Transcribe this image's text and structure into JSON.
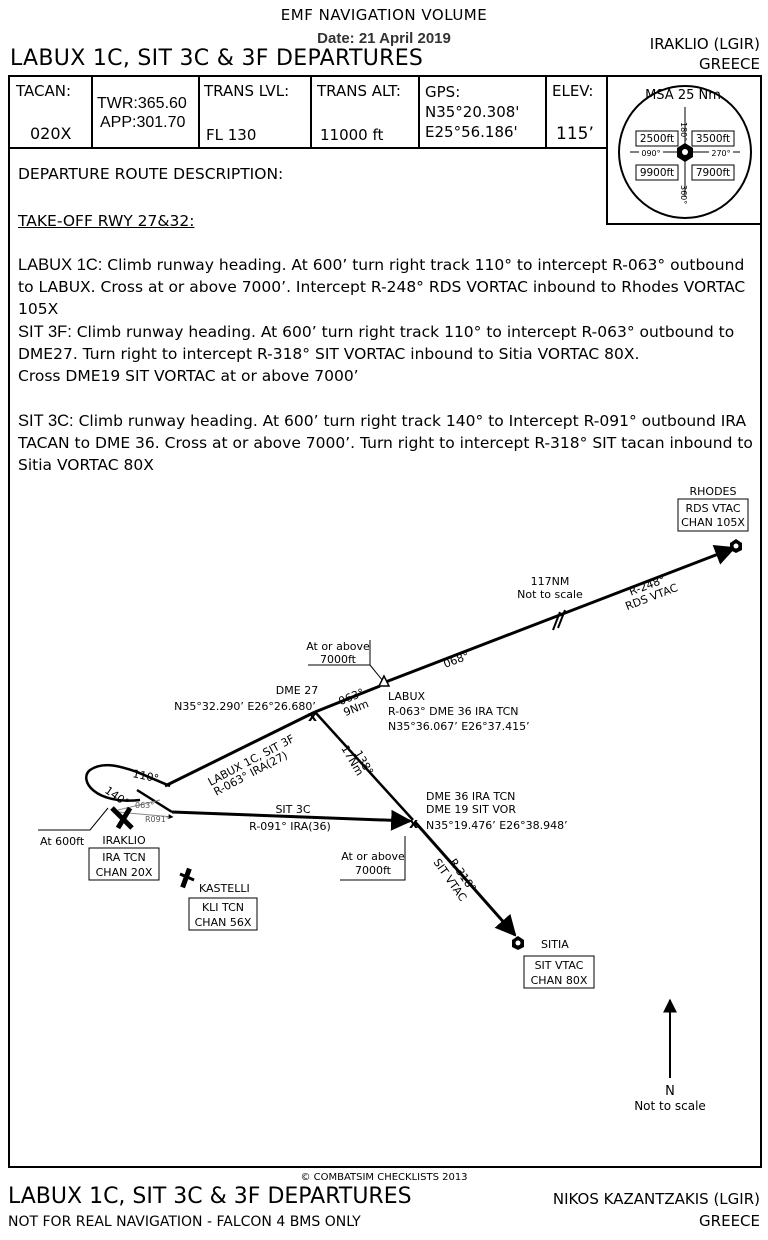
{
  "header": {
    "volume": "EMF NAVIGATION VOLUME",
    "date_label": "Date:",
    "date_value": "21 April 2019",
    "title": "LABUX 1C, SIT 3C & 3F DEPARTURES",
    "airport": "IRAKLIO (LGIR)",
    "country": "GREECE"
  },
  "info": {
    "tacan_label": "TACAN:",
    "tacan_value": "020X",
    "twr": "TWR:365.60",
    "app": "APP:301.70",
    "trans_lvl_label": "TRANS LVL:",
    "trans_lvl_value": "FL 130",
    "trans_alt_label": "TRANS ALT:",
    "trans_alt_value": "11000 ft",
    "gps_label": "GPS:",
    "gps_lat": "N35°20.308'",
    "gps_lon": "E25°56.186'",
    "elev_label": "ELEV:",
    "elev_value": "115’"
  },
  "msa": {
    "title": "MSA 25 Nm",
    "sectors": [
      "2500ft",
      "3500ft",
      "9900ft",
      "7900ft"
    ],
    "bearings": [
      "090°",
      "270°",
      "180°",
      "360°"
    ]
  },
  "description": {
    "heading": "DEPARTURE ROUTE DESCRIPTION:",
    "takeoff": "TAKE-OFF RWY 27&32:",
    "routes": [
      {
        "name": "LABUX 1C:",
        "text": " Climb runway heading. At 600’ turn right track 110° to intercept R-063° outbound to LABUX. Cross  at or above 7000’. Intercept R-248° RDS VORTAC inbound to Rhodes VORTAC 105X"
      },
      {
        "name": "SIT 3F:",
        "text": " Climb runway heading. At 600’ turn right track 110° to intercept R-063° outbound to DME27. Turn right to intercept R-318° SIT VORTAC inbound to Sitia VORTAC 80X.",
        "extra": "Cross DME19 SIT VORTAC  at or above 7000’"
      },
      {
        "name": "SIT 3C:",
        "text": " Climb runway heading. At 600’ turn right track 140° to Intercept R-091° outbound IRA TACAN to DME 36. Cross  at or above 7000’. Turn right to intercept R-318° SIT tacan inbound to Sitia VORTAC 80X"
      }
    ]
  },
  "map": {
    "rhodes": {
      "name": "RHODES",
      "l1": "RDS VTAC",
      "l2": "CHAN 105X"
    },
    "r248": "R-248°",
    "rds_vtac": "RDS VTAC",
    "nm117": "117NM",
    "not_scale": "Not to scale",
    "c068": "068°",
    "alt1_a": "At or above",
    "alt1_b": "7000ft",
    "labux": {
      "name": "LABUX",
      "l1": "R-063° DME 36 IRA TCN",
      "l2": "N35°36.067’ E26°37.415’"
    },
    "dme27": {
      "name": "DME 27",
      "coord": "N35°32.290’ E26°26.680’"
    },
    "c063": "063°",
    "nm9": "9Nm",
    "route1a": "LABUX 1C, SIT 3F",
    "route1b": "R-063° IRA(27)",
    "c138": "138°",
    "nm17": "17Nm",
    "c110": "110°",
    "c140": "140°",
    "r063s": "063°",
    "r091s": "R091°",
    "sit3c": "SIT 3C",
    "sit3c_r": "R-091° IRA(36)",
    "dme36": {
      "l1": "DME 36 IRA TCN",
      "l2": "DME 19 SIT VOR",
      "l3": "N35°19.476’ E26°38.948’"
    },
    "alt2_a": "At or above",
    "alt2_b": "7000ft",
    "r318": "R-318°",
    "sit_vtac": "SIT VTAC",
    "at600": "At 600ft",
    "iraklio": {
      "name": "IRAKLIO",
      "l1": "IRA TCN",
      "l2": "CHAN 20X"
    },
    "kastelli": {
      "name": "KASTELLI",
      "l1": "KLI TCN",
      "l2": "CHAN 56X"
    },
    "sitia": {
      "name": "SITIA",
      "l1": "SIT VTAC",
      "l2": "CHAN 80X"
    },
    "north": "N",
    "north_sub": "Not to scale"
  },
  "footer": {
    "copyright": "© COMBATSIM CHECKLISTS 2013",
    "title": "LABUX 1C, SIT 3C & 3F DEPARTURES",
    "sub": "NOT FOR REAL NAVIGATION - FALCON 4 BMS ONLY",
    "airport": "NIKOS KAZANTZAKIS (LGIR)",
    "country": "GREECE"
  }
}
